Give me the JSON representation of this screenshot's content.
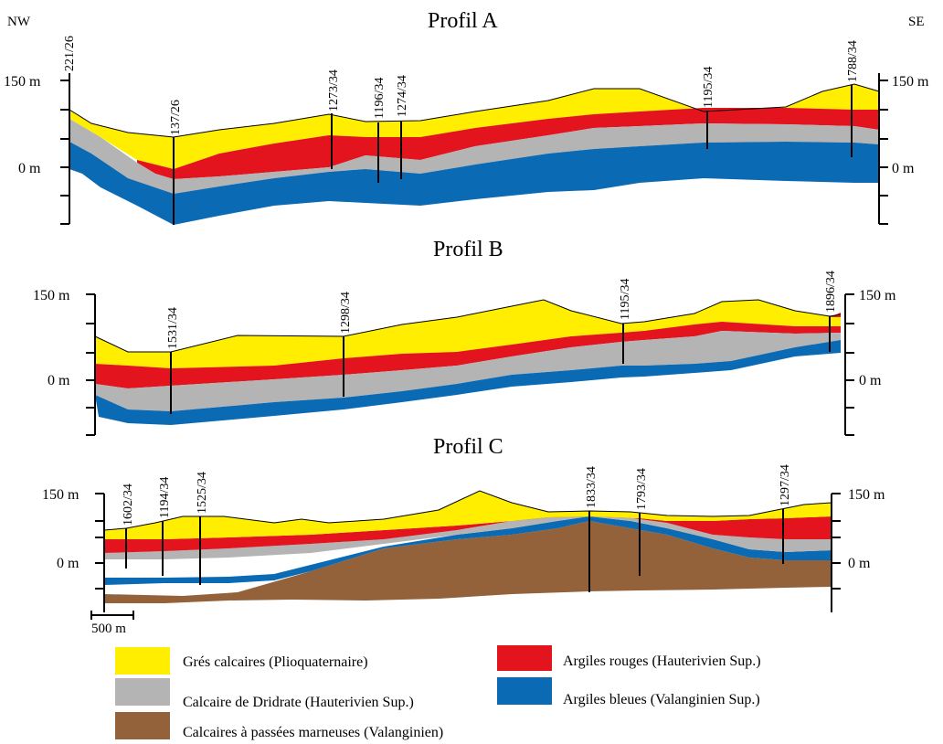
{
  "orientation": {
    "nw": "NW",
    "se": "SE"
  },
  "profile_a": {
    "title": "Profil A",
    "axis": {
      "top": "150 m",
      "zero": "0 m",
      "right_top": "150 m",
      "right_zero": "0 m"
    },
    "corner_well": "221/26",
    "wells": [
      "137/26",
      "1273/34",
      "1196/34",
      "1274/34",
      "1195/34",
      "1788/34"
    ]
  },
  "profile_b": {
    "title": "Profil B",
    "axis": {
      "top": "150 m",
      "zero": "0 m",
      "right_top": "150 m",
      "right_zero": "0 m"
    },
    "wells": [
      "1531/34",
      "1298/34",
      "1195/34",
      "1896/34"
    ]
  },
  "profile_c": {
    "title": "Profil C",
    "axis": {
      "top": "150 m",
      "zero": "0 m",
      "right_top": "150 m",
      "right_zero": "0 m"
    },
    "wells": [
      "1602/34",
      "1194/34",
      "1525/34",
      "1833/34",
      "1793/34",
      "1297/34"
    ],
    "scale": "500 m"
  },
  "colors": {
    "yellow": "#ffee00",
    "red": "#e3141e",
    "gray": "#b4b4b4",
    "blue": "#0a6ab4",
    "brown": "#93613a"
  },
  "legend": {
    "gres": "Grés calcaires (Plioquaternaire)",
    "argiles_rouges": "Argiles rouges (Hauterivien Sup.)",
    "calcaire_dridrate": "Calcaire de Dridrate (Hauterivien Sup.)",
    "argiles_bleues": "Argiles bleues (Valanginien Sup.)",
    "calcaires_marneuses": "Calcaires à passées marneuses (Valanginien)"
  }
}
